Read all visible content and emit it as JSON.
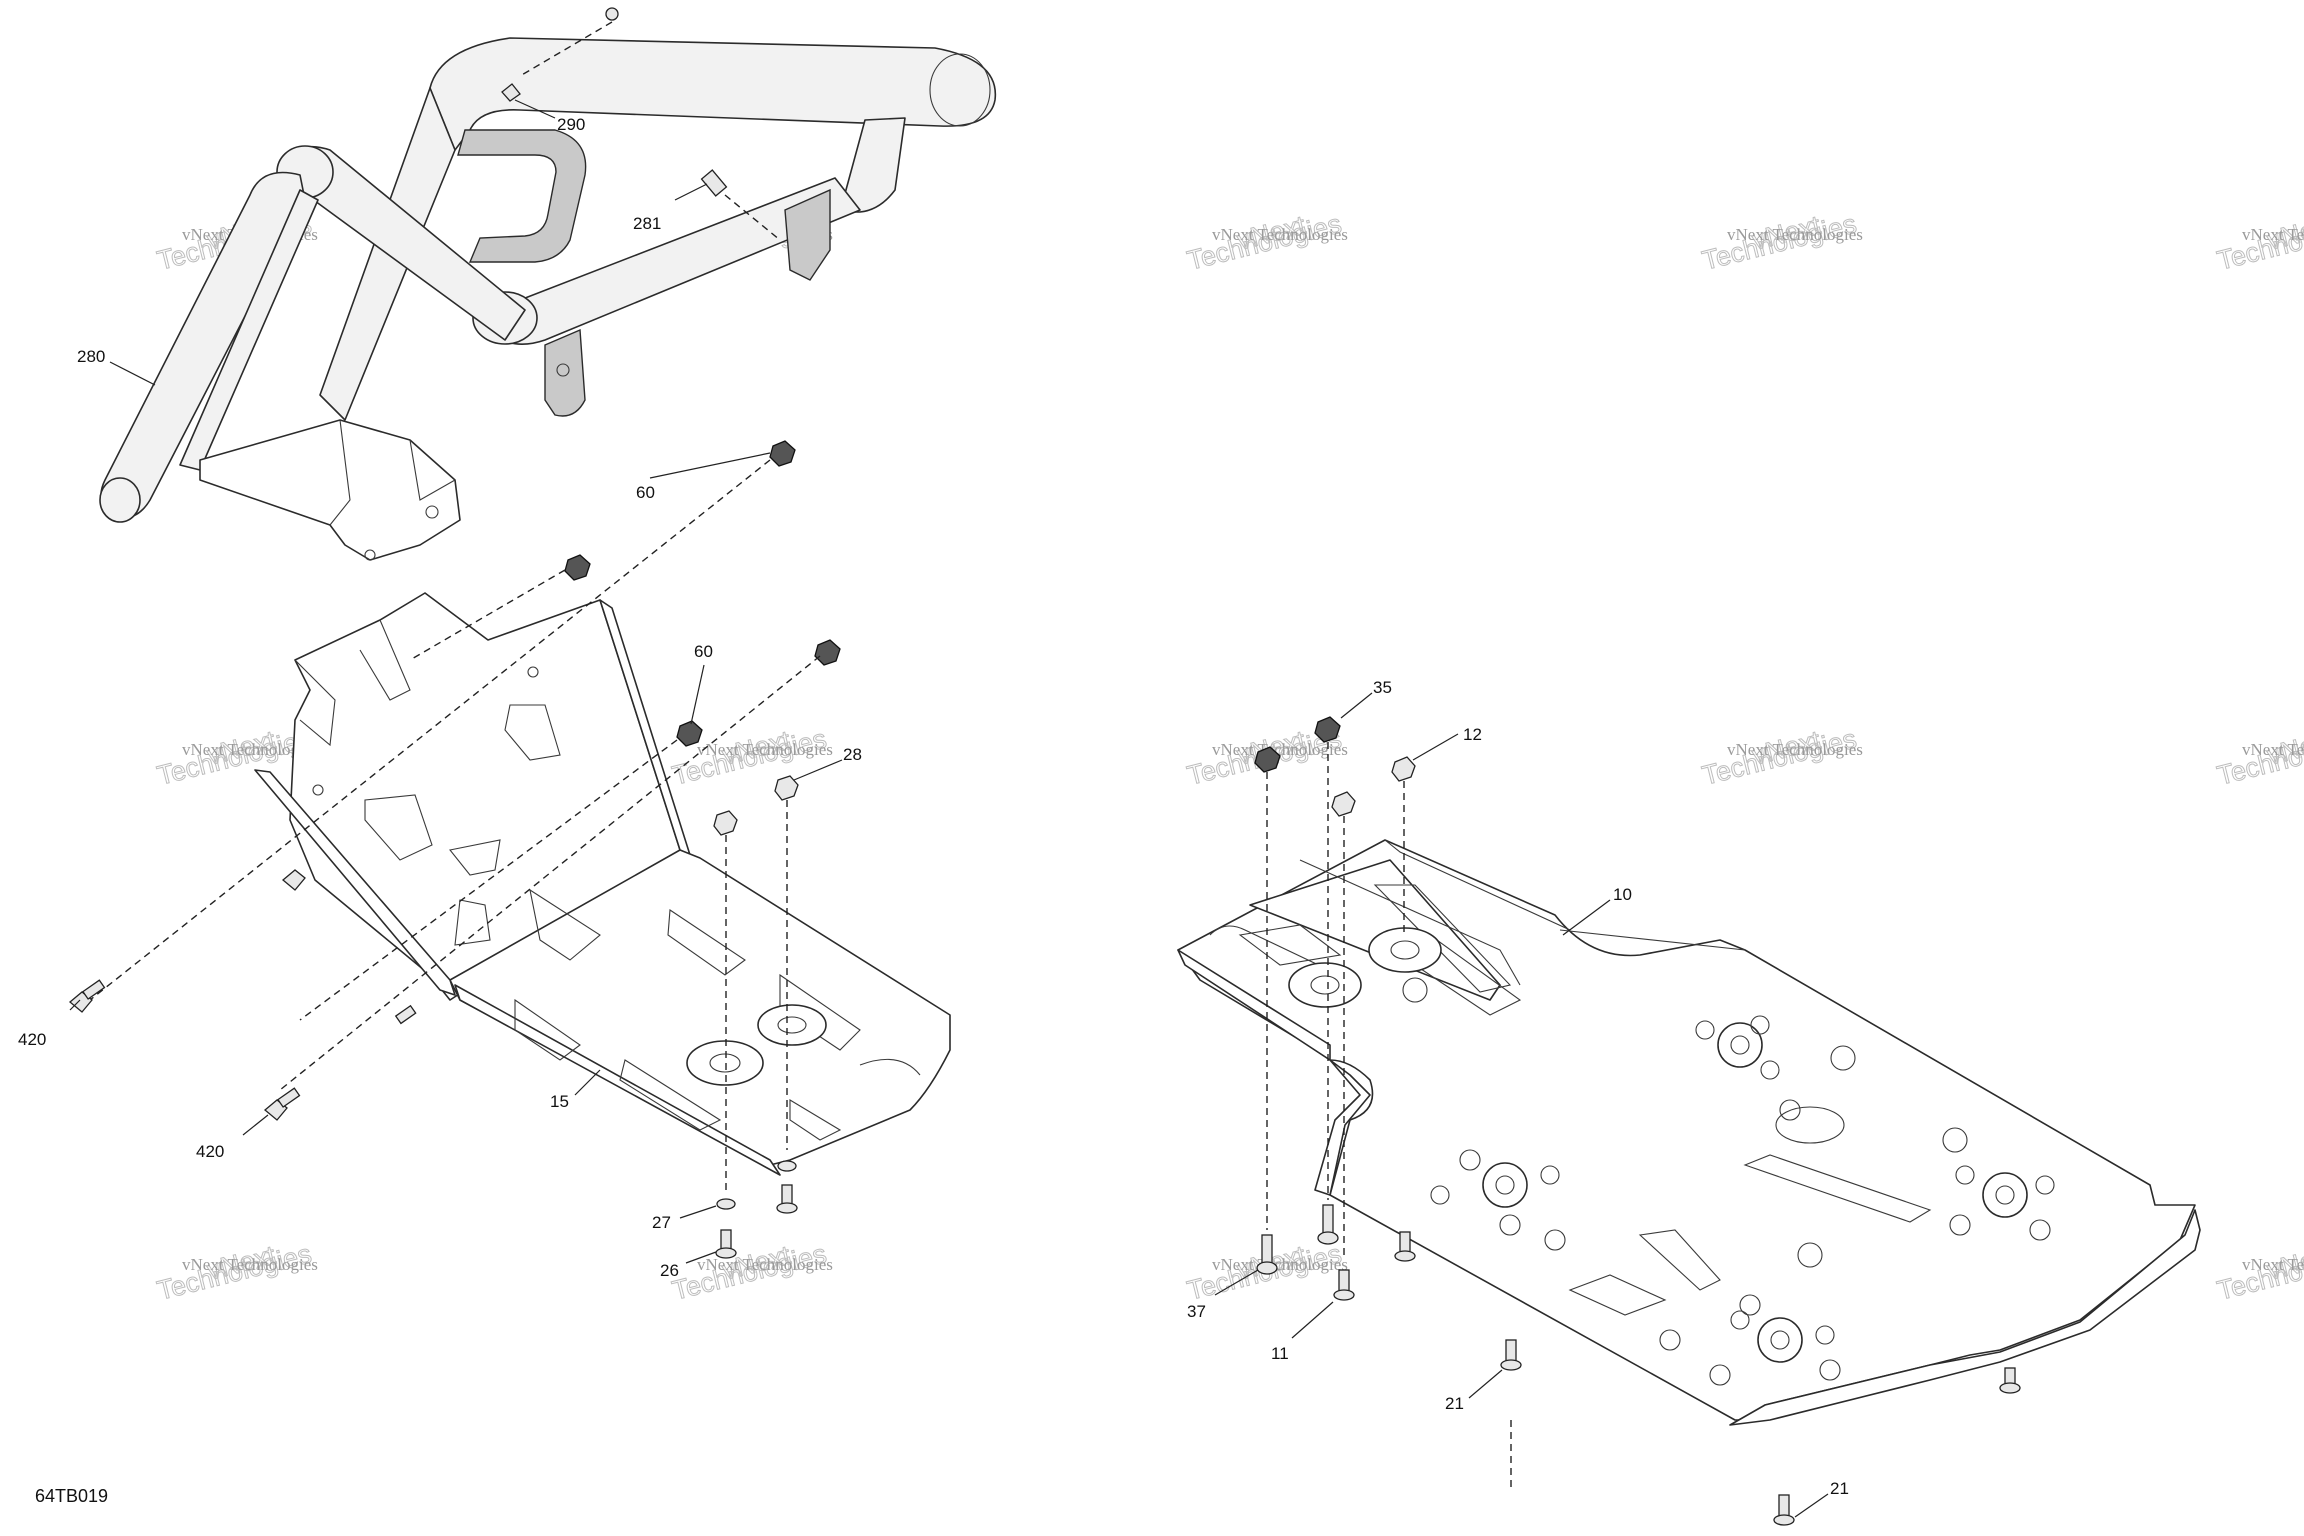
{
  "diagram": {
    "reference_code": "64TB019",
    "watermark": {
      "line1": "vNext Technologies",
      "line2": "vNext",
      "line3": "Technologies"
    },
    "callouts": {
      "c290": "290",
      "c281": "281",
      "c280": "280",
      "c60a": "60",
      "c60b": "60",
      "c28": "28",
      "c420a": "420",
      "c420b": "420",
      "c15": "15",
      "c27": "27",
      "c26": "26",
      "c35": "35",
      "c12": "12",
      "c10": "10",
      "c37": "37",
      "c11": "11",
      "c21a": "21",
      "c21b": "21"
    }
  }
}
